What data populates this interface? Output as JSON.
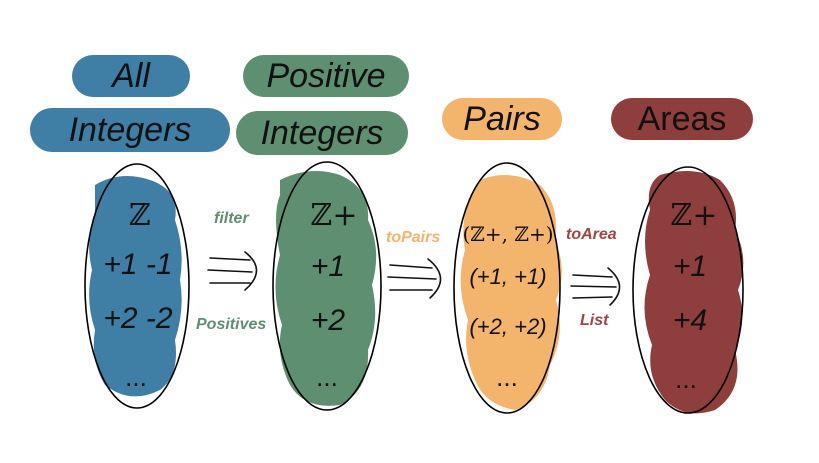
{
  "headings": {
    "all_1": "All",
    "all_2": "Integers",
    "positive_1": "Positive",
    "positive_2": "Integers",
    "pairs": "Pairs",
    "areas": "Areas"
  },
  "sets": {
    "all": {
      "symbol": "ℤ",
      "row1": "+1 -1",
      "row2": "+2 -2",
      "ellipsis": "..."
    },
    "positive": {
      "symbol": "ℤ+",
      "row1": "+1",
      "row2": "+2",
      "ellipsis": "..."
    },
    "pairs": {
      "symbol": "(ℤ+, ℤ+)",
      "row1": "(+1, +1)",
      "row2": "(+2, +2)",
      "ellipsis": "..."
    },
    "areas": {
      "symbol": "ℤ+",
      "row1": "+1",
      "row2": "+4",
      "ellipsis": "..."
    }
  },
  "arrows": {
    "filter_top": "filter",
    "filter_bottom": "Positives",
    "topairs": "toPairs",
    "toarea_top": "toArea",
    "toarea_bottom": "List"
  },
  "colors": {
    "blue": "#3f7fa6",
    "green": "#5e8f70",
    "orange": "#f3b46b",
    "red": "#8e3f3d",
    "label_green": "#5e8f70",
    "label_orange": "#f3b46b",
    "label_red": "#a04545"
  }
}
